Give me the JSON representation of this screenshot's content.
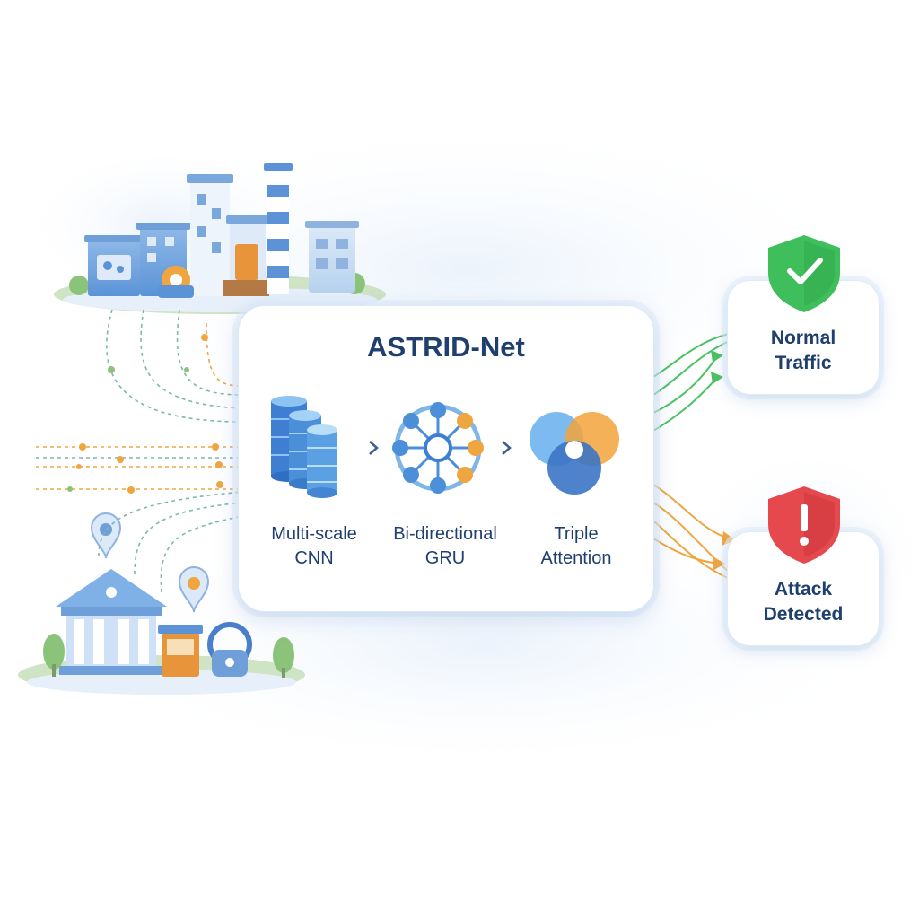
{
  "title": "ASTRID-Net",
  "stages": [
    {
      "line1": "Multi-scale",
      "line2": "CNN",
      "icon": "database-stack-icon"
    },
    {
      "line1": "Bi-directional",
      "line2": "GRU",
      "icon": "network-hub-icon"
    },
    {
      "line1": "Triple",
      "line2": "Attention",
      "icon": "venn-circles-icon"
    }
  ],
  "outputs": {
    "normal": {
      "line1": "Normal",
      "line2": "Traffic",
      "icon": "shield-check-icon",
      "color": "#3fbf5c"
    },
    "attack": {
      "line1": "Attack",
      "line2": "Detected",
      "icon": "shield-alert-icon",
      "color": "#e5484d"
    }
  },
  "sources": {
    "top": "industrial-city-icon",
    "bottom": "institution-building-icon"
  },
  "colors": {
    "primary_text": "#1f3f6e",
    "accent_blue": "#4a8fd8",
    "accent_orange": "#f3a33a",
    "accent_green": "#3fbf5c",
    "accent_red": "#e5484d"
  }
}
